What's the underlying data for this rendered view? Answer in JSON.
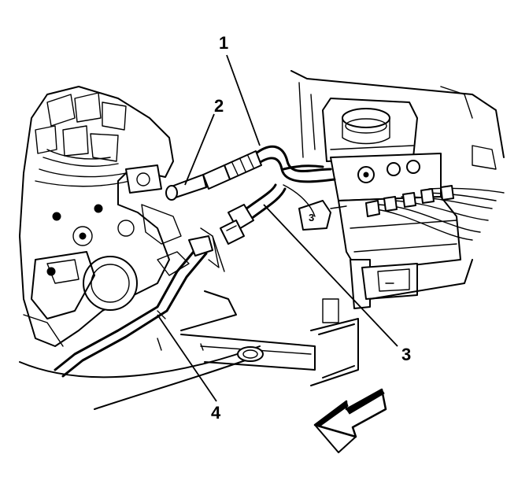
{
  "callouts": [
    {
      "id": "1",
      "label": "1"
    },
    {
      "id": "2",
      "label": "2"
    },
    {
      "id": "3",
      "label": "3"
    },
    {
      "id": "4",
      "label": "4"
    }
  ],
  "part_markers": [
    {
      "id": "3",
      "label": "3"
    }
  ],
  "direction_arrow": {
    "icon": "front-direction-arrow-icon"
  },
  "colors": {
    "line": "#000000",
    "background": "#ffffff"
  }
}
